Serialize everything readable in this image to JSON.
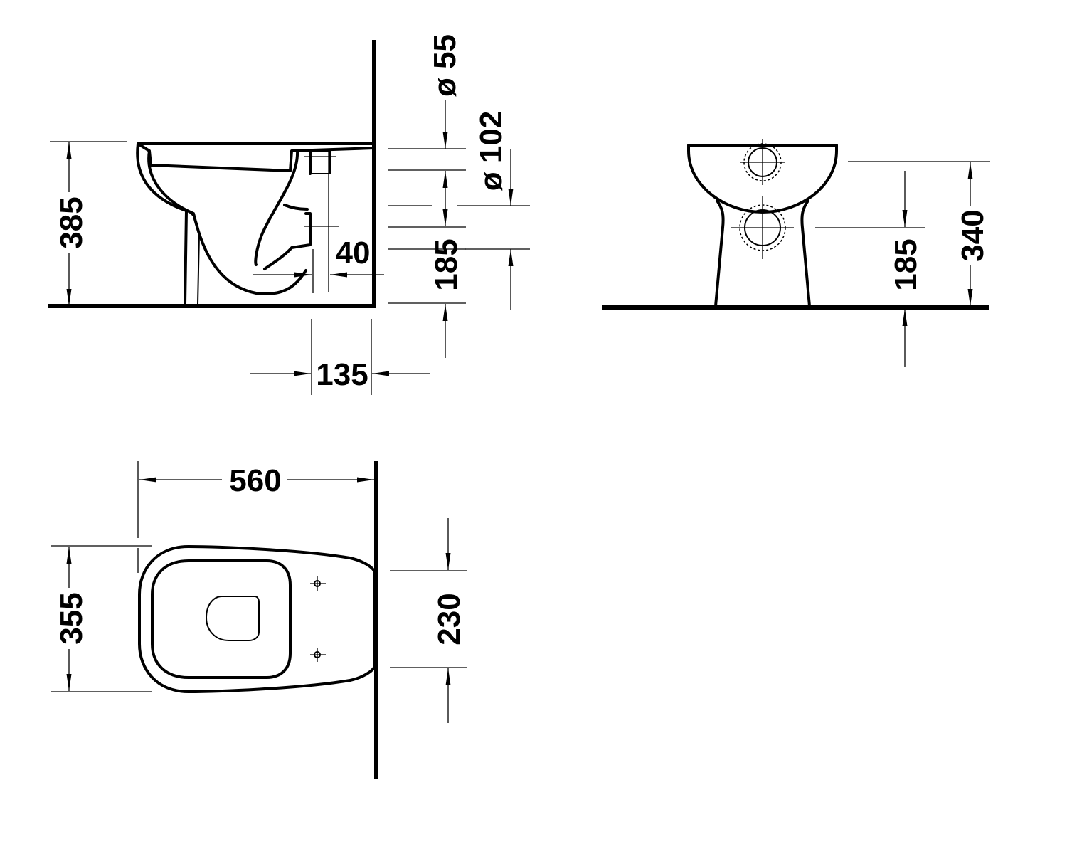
{
  "side_view": {
    "height_total": "385",
    "pipe_diameter_small": "ø 55",
    "pipe_diameter_large": "ø 102",
    "outlet_height": "185",
    "outlet_offset": "40",
    "wall_distance": "135"
  },
  "front_view": {
    "outlet_height": "185",
    "rim_height": "340"
  },
  "top_view": {
    "length": "560",
    "width": "355",
    "fixing_spacing": "230"
  }
}
